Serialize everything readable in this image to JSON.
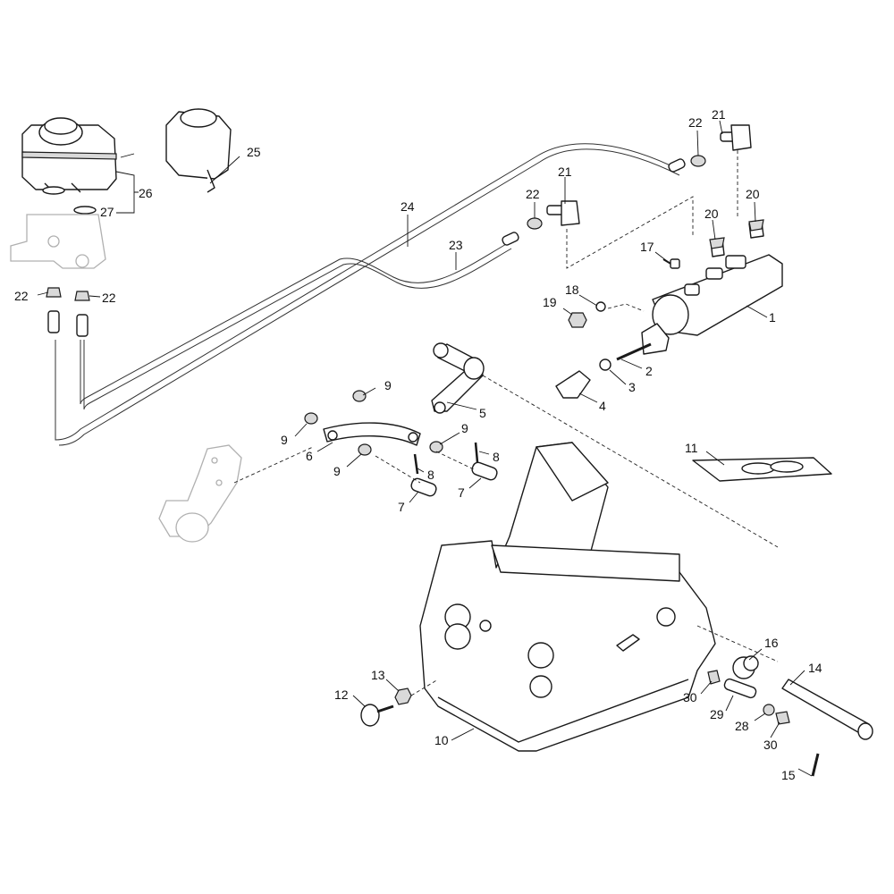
{
  "diagram": {
    "callouts": {
      "c1": "1",
      "c2": "2",
      "c3": "3",
      "c4": "4",
      "c5": "5",
      "c6": "6",
      "c7a": "7",
      "c7b": "7",
      "c8a": "8",
      "c8b": "8",
      "c9a": "9",
      "c9b": "9",
      "c9c": "9",
      "c9d": "9",
      "c10": "10",
      "c11": "11",
      "c12": "12",
      "c13": "13",
      "c14": "14",
      "c15": "15",
      "c16": "16",
      "c17": "17",
      "c18": "18",
      "c19": "19",
      "c20a": "20",
      "c20b": "20",
      "c21a": "21",
      "c21b": "21",
      "c22a": "22",
      "c22b": "22",
      "c22c": "22",
      "c22d": "22",
      "c23": "23",
      "c24": "24",
      "c25": "25",
      "c26": "26",
      "c27": "27",
      "c28": "28",
      "c29": "29",
      "c30a": "30",
      "c30b": "30"
    }
  }
}
